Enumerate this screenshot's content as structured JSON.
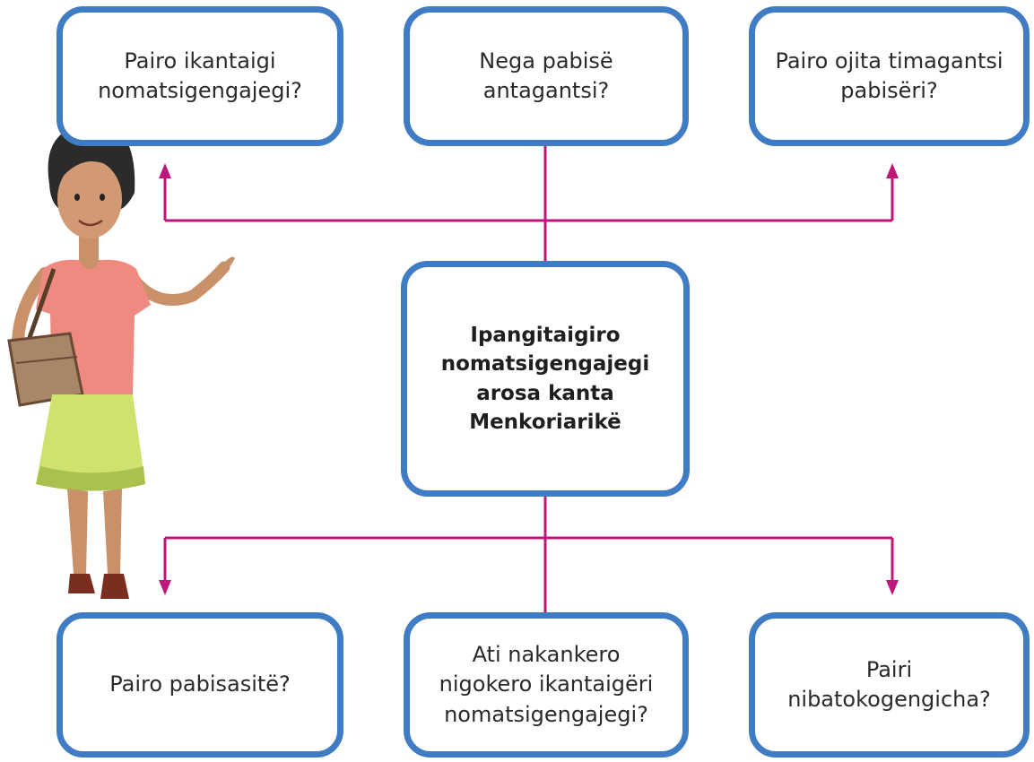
{
  "diagram": {
    "center": {
      "lines": [
        "Ipangitaigiro",
        "nomatsigengajegi",
        "arosa kanta",
        "Menkoriarikë"
      ]
    },
    "top_left": {
      "lines": [
        "Pairo ikantaigi",
        "nomatsigengajegi?"
      ]
    },
    "top_middle": {
      "lines": [
        "Nega pabisë",
        "antagantsi?"
      ]
    },
    "top_right": {
      "lines": [
        "Pairo ojita timagantsi",
        "pabisëri?"
      ]
    },
    "bottom_left": {
      "lines": [
        "Pairo pabisasitë?"
      ]
    },
    "bottom_middle": {
      "lines": [
        "Ati nakankero",
        "nigokero ikantaigëri",
        "nomatsigengajegi?"
      ]
    },
    "bottom_right": {
      "lines": [
        "Pairi",
        "nibatokogengicha?"
      ]
    }
  },
  "colors": {
    "box_border": "#3f7cc4",
    "connector": "#c0157a",
    "text": "#2a2a2a"
  },
  "illustration": {
    "icon": "woman-with-handbag-pointing"
  }
}
